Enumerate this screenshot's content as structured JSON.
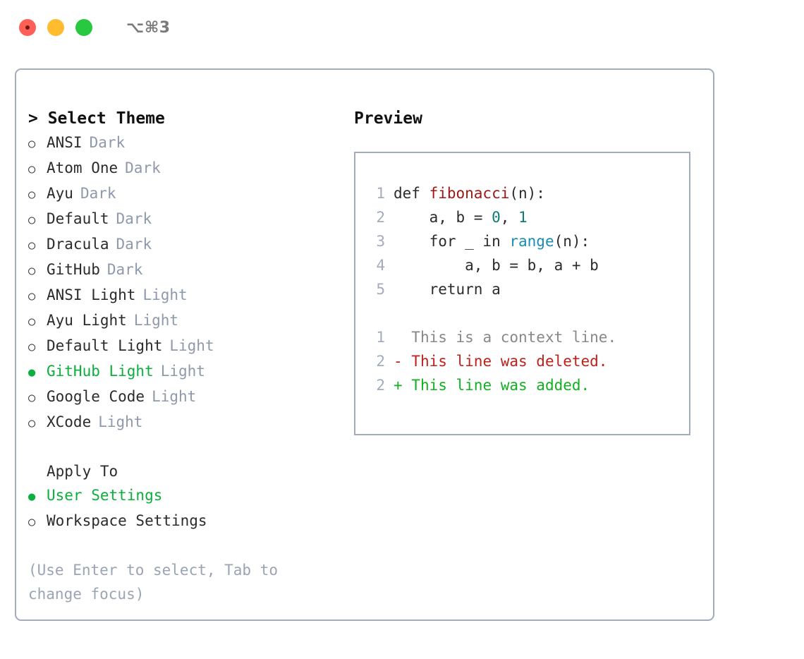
{
  "window": {
    "title": "⌥⌘3",
    "traffic_lights": [
      "close",
      "minimize",
      "maximize"
    ],
    "colors": {
      "close": "#ff5f57",
      "minimize": "#febc2e",
      "maximize": "#28c840",
      "border": "#a3acbb",
      "accent_green": "#0ab03c",
      "muted": "#8e99ab"
    }
  },
  "theme_picker": {
    "header": "> Select Theme",
    "marker_off": "○",
    "marker_on": "●",
    "options": [
      {
        "name": "ANSI",
        "kind": "Dark",
        "selected": false
      },
      {
        "name": "Atom One",
        "kind": "Dark",
        "selected": false
      },
      {
        "name": "Ayu",
        "kind": "Dark",
        "selected": false
      },
      {
        "name": "Default",
        "kind": "Dark",
        "selected": false
      },
      {
        "name": "Dracula",
        "kind": "Dark",
        "selected": false
      },
      {
        "name": "GitHub",
        "kind": "Dark",
        "selected": false
      },
      {
        "name": "ANSI Light",
        "kind": "Light",
        "selected": false
      },
      {
        "name": "Ayu Light",
        "kind": "Light",
        "selected": false
      },
      {
        "name": "Default Light",
        "kind": "Light",
        "selected": false
      },
      {
        "name": "GitHub Light",
        "kind": "Light",
        "selected": true
      },
      {
        "name": "Google Code",
        "kind": "Light",
        "selected": false
      },
      {
        "name": "XCode",
        "kind": "Light",
        "selected": false
      }
    ]
  },
  "apply_to": {
    "title": "Apply To",
    "options": [
      {
        "name": "User Settings",
        "selected": true
      },
      {
        "name": "Workspace Settings",
        "selected": false
      }
    ]
  },
  "hint": "(Use Enter to select, Tab to change focus)",
  "preview": {
    "title": "Preview",
    "code_lines": [
      {
        "number": "1",
        "tokens": [
          {
            "text": "def ",
            "type": "plain"
          },
          {
            "text": "fibonacci",
            "type": "fn"
          },
          {
            "text": "(n):",
            "type": "plain"
          }
        ]
      },
      {
        "number": "2",
        "tokens": [
          {
            "text": "    a, b = ",
            "type": "plain"
          },
          {
            "text": "0",
            "type": "num"
          },
          {
            "text": ", ",
            "type": "plain"
          },
          {
            "text": "1",
            "type": "num"
          }
        ]
      },
      {
        "number": "3",
        "tokens": [
          {
            "text": "    for _ in ",
            "type": "plain"
          },
          {
            "text": "range",
            "type": "call"
          },
          {
            "text": "(n):",
            "type": "plain"
          }
        ]
      },
      {
        "number": "4",
        "tokens": [
          {
            "text": "        a, b = b, a + b",
            "type": "plain"
          }
        ]
      },
      {
        "number": "5",
        "tokens": [
          {
            "text": "    return a",
            "type": "plain"
          }
        ]
      }
    ],
    "diff_lines": [
      {
        "number": "1",
        "prefix": "  ",
        "text": "This is a context line.",
        "type": "context"
      },
      {
        "number": "2",
        "prefix": "- ",
        "text": "This line was deleted.",
        "type": "deleted"
      },
      {
        "number": "2",
        "prefix": "+ ",
        "text": "This line was added.",
        "type": "added"
      }
    ],
    "syntax_colors": {
      "function": "#a01616",
      "builtin_call": "#1b8cb8",
      "number": "#0d7b7b",
      "plain": "#2b2b2b",
      "line_number": "#a3acbb",
      "diff_context": "#888888",
      "diff_deleted": "#c0201a",
      "diff_added": "#12b021"
    }
  }
}
